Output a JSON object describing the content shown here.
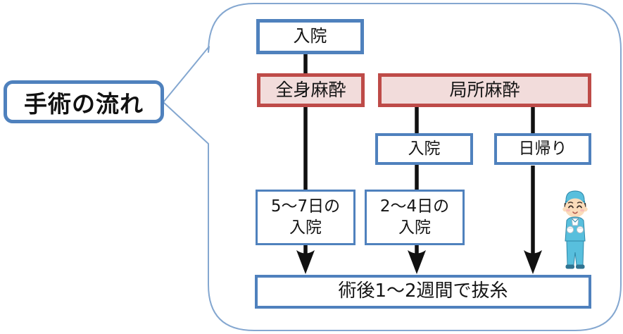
{
  "title": {
    "label": "手術の流れ"
  },
  "flow": {
    "admission_top": {
      "label": "入院"
    },
    "general_anesthesia": {
      "label": "全身麻酔"
    },
    "local_anesthesia": {
      "label": "局所麻酔"
    },
    "admission_mid": {
      "label": "入院"
    },
    "day_surgery": {
      "label": "日帰り"
    },
    "stay_5_7": {
      "line1": "5〜7日の",
      "line2": "入院"
    },
    "stay_2_4": {
      "line1": "2〜4日の",
      "line2": "入院"
    },
    "final": {
      "label": "術後1〜2週間で抜糸"
    }
  },
  "icons": {
    "surgeon": "surgeon-character"
  },
  "colors": {
    "box_blue": "#4F81BD",
    "box_red": "#BE4B48",
    "box_red_fill": "#F2DCDB",
    "bubble_stroke": "#84A7D0",
    "arrow_black": "#111111",
    "surgeon_teal": "#58BFDD",
    "surgeon_teal_dark": "#2E87A8",
    "skin": "#FBDCBA"
  }
}
